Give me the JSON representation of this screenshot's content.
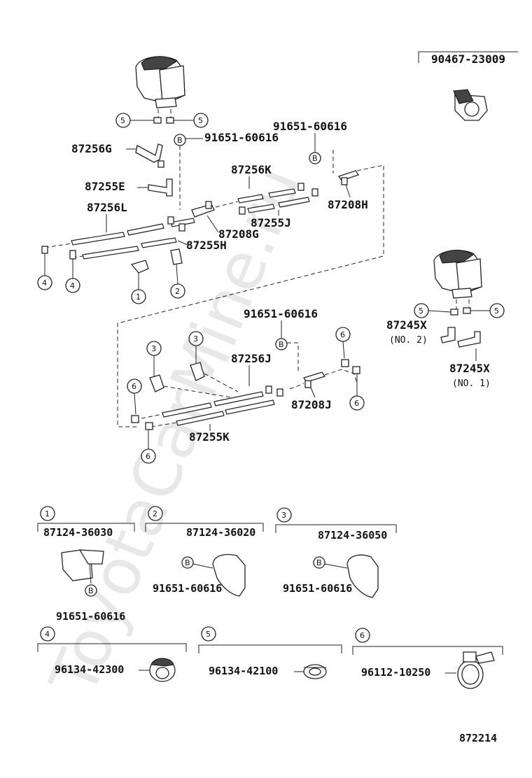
{
  "watermark": "ToyotaCarMine.ru",
  "figure_number": "872214",
  "top_labels": {
    "clamp_part": "90467-23009",
    "p87256G": "87256G",
    "p87255E": "87255E",
    "p87256L": "87256L",
    "p87255H": "87255H",
    "p87208G": "87208G",
    "p87256K": "87256K",
    "p87255J": "87255J",
    "p87208H": "87208H",
    "bolt_b_upper_a": "91651-60616",
    "bolt_b_upper_b": "91651-60616",
    "bolt_b_middle": "91651-60616",
    "p87256J": "87256J",
    "p87208J": "87208J",
    "p87255K": "87255K",
    "hose_no2": "87245X",
    "hose_no2_note": "(NO. 2)",
    "hose_no1": "87245X",
    "hose_no1_note": "(NO. 1)"
  },
  "callouts": {
    "c1": "1",
    "c2": "2",
    "c3": "3",
    "c4": "4",
    "c5": "5",
    "c6": "6",
    "b": "B"
  },
  "legend": [
    {
      "num": "1",
      "part": "87124-36030",
      "bolt": "91651-60616"
    },
    {
      "num": "2",
      "part": "87124-36020",
      "bolt": "91651-60616"
    },
    {
      "num": "3",
      "part": "87124-36050",
      "bolt": "91651-60616"
    },
    {
      "num": "4",
      "part": "96134-42300"
    },
    {
      "num": "5",
      "part": "96134-42100"
    },
    {
      "num": "6",
      "part": "96112-10250"
    }
  ]
}
